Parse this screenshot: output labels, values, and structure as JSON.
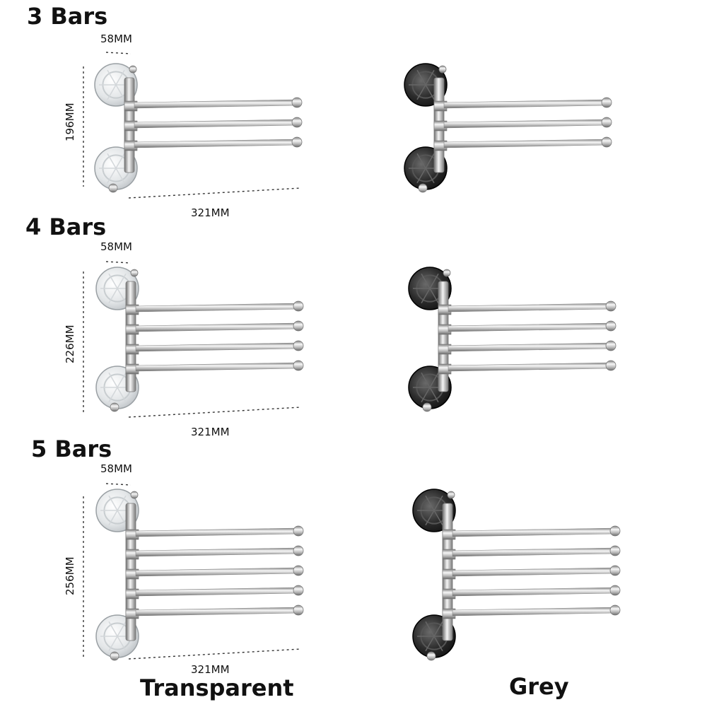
{
  "sections": [
    {
      "title": "3 Bars",
      "width_label": "58MM",
      "height_label": "196MM",
      "length_label": "321MM",
      "bars": 3
    },
    {
      "title": "4 Bars",
      "width_label": "58MM",
      "height_label": "226MM",
      "length_label": "321MM",
      "bars": 4
    },
    {
      "title": "5 Bars",
      "width_label": "58MM",
      "height_label": "256MM",
      "length_label": "321MM",
      "bars": 5
    }
  ],
  "variants": {
    "transparent": "Transparent",
    "grey": "Grey"
  },
  "colors": {
    "chrome_light": "#f2f2f2",
    "chrome_dark": "#8a8a8a",
    "transparent_cup": "#dfe3e6",
    "grey_cup": "#2b2b2b"
  },
  "icons": {
    "rack": "towel-rack-icon",
    "suction_cup": "suction-cup-icon"
  }
}
